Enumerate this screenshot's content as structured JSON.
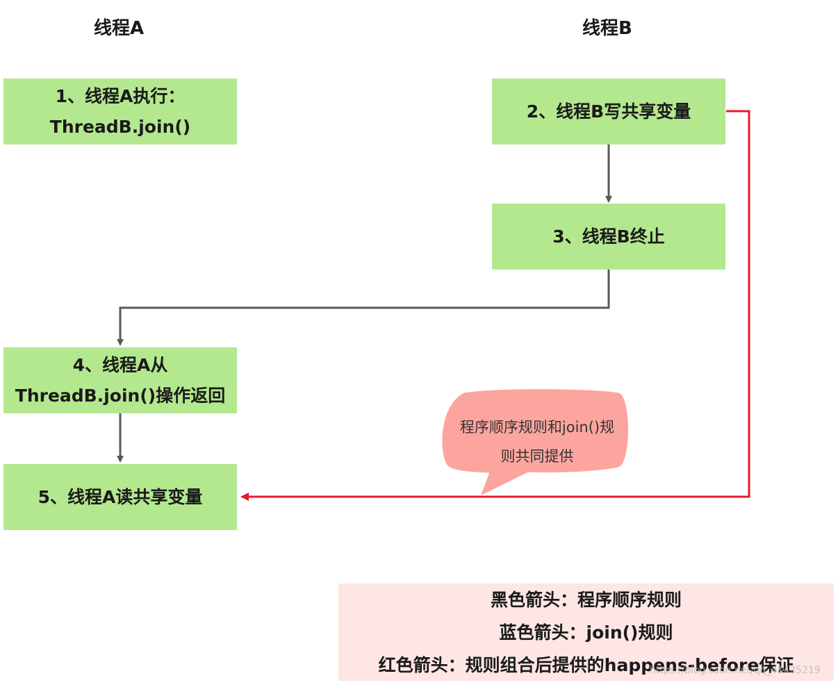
{
  "headers": {
    "thread_a": "线程A",
    "thread_b": "线程B"
  },
  "steps": {
    "step1": {
      "line1": "1、线程A执行：",
      "line2": "ThreadB.join()"
    },
    "step2": {
      "line1": "2、线程B写共享变量"
    },
    "step3": {
      "line1": "3、线程B终止"
    },
    "step4": {
      "line1": "4、线程A从",
      "line2": "ThreadB.join()操作返回"
    },
    "step5": {
      "line1": "5、线程A读共享变量"
    }
  },
  "callout": {
    "line1": "程序顺序规则和join()规",
    "line2": "则共同提供"
  },
  "legend": {
    "line1": "黑色箭头：程序顺序规则",
    "line2": "蓝色箭头：join()规则",
    "line3": "红色箭头：规则组合后提供的happens-before保证"
  },
  "watermark": "https://blog.csdn.net/qq_41425219",
  "colors": {
    "box_fill": "#b4e88f",
    "program_order_arrow": "#595959",
    "happens_before_arrow": "#e8182b",
    "callout_fill": "#fca59e",
    "legend_fill": "#fde6e3"
  }
}
